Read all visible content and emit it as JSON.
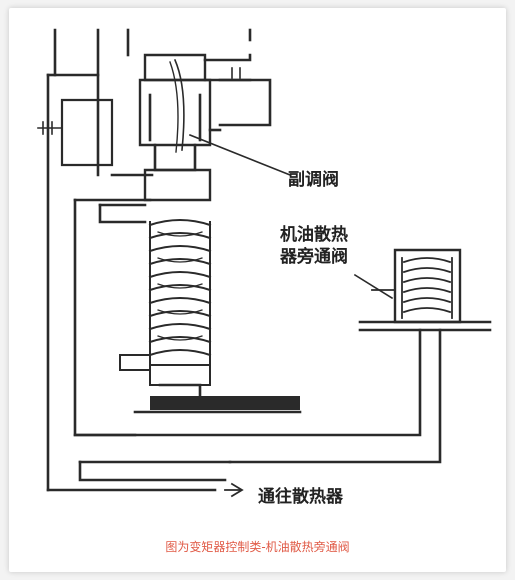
{
  "labels": {
    "aux_valve": "副调阀",
    "bypass_line1": "机油散热",
    "bypass_line2": "器旁通阀",
    "to_radiator": "通往散热器"
  },
  "caption": "图为变矩器控制类-机油散热旁通阀",
  "colors": {
    "caption": "#e05a46",
    "line": "#2a2a2a",
    "background": "#ffffff"
  }
}
